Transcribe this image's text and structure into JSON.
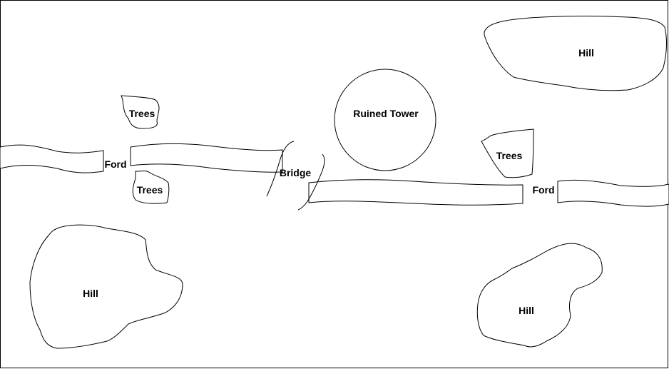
{
  "map": {
    "labels": {
      "hill_ne": "Hill",
      "hill_sw": "Hill",
      "hill_se": "Hill",
      "trees_nw": "Trees",
      "trees_w": "Trees",
      "trees_e": "Trees",
      "tower": "Ruined Tower",
      "ford_w": "Ford",
      "ford_e": "Ford",
      "bridge": "Bridge"
    },
    "colors": {
      "ink": "#000000",
      "paper": "#ffffff"
    }
  }
}
